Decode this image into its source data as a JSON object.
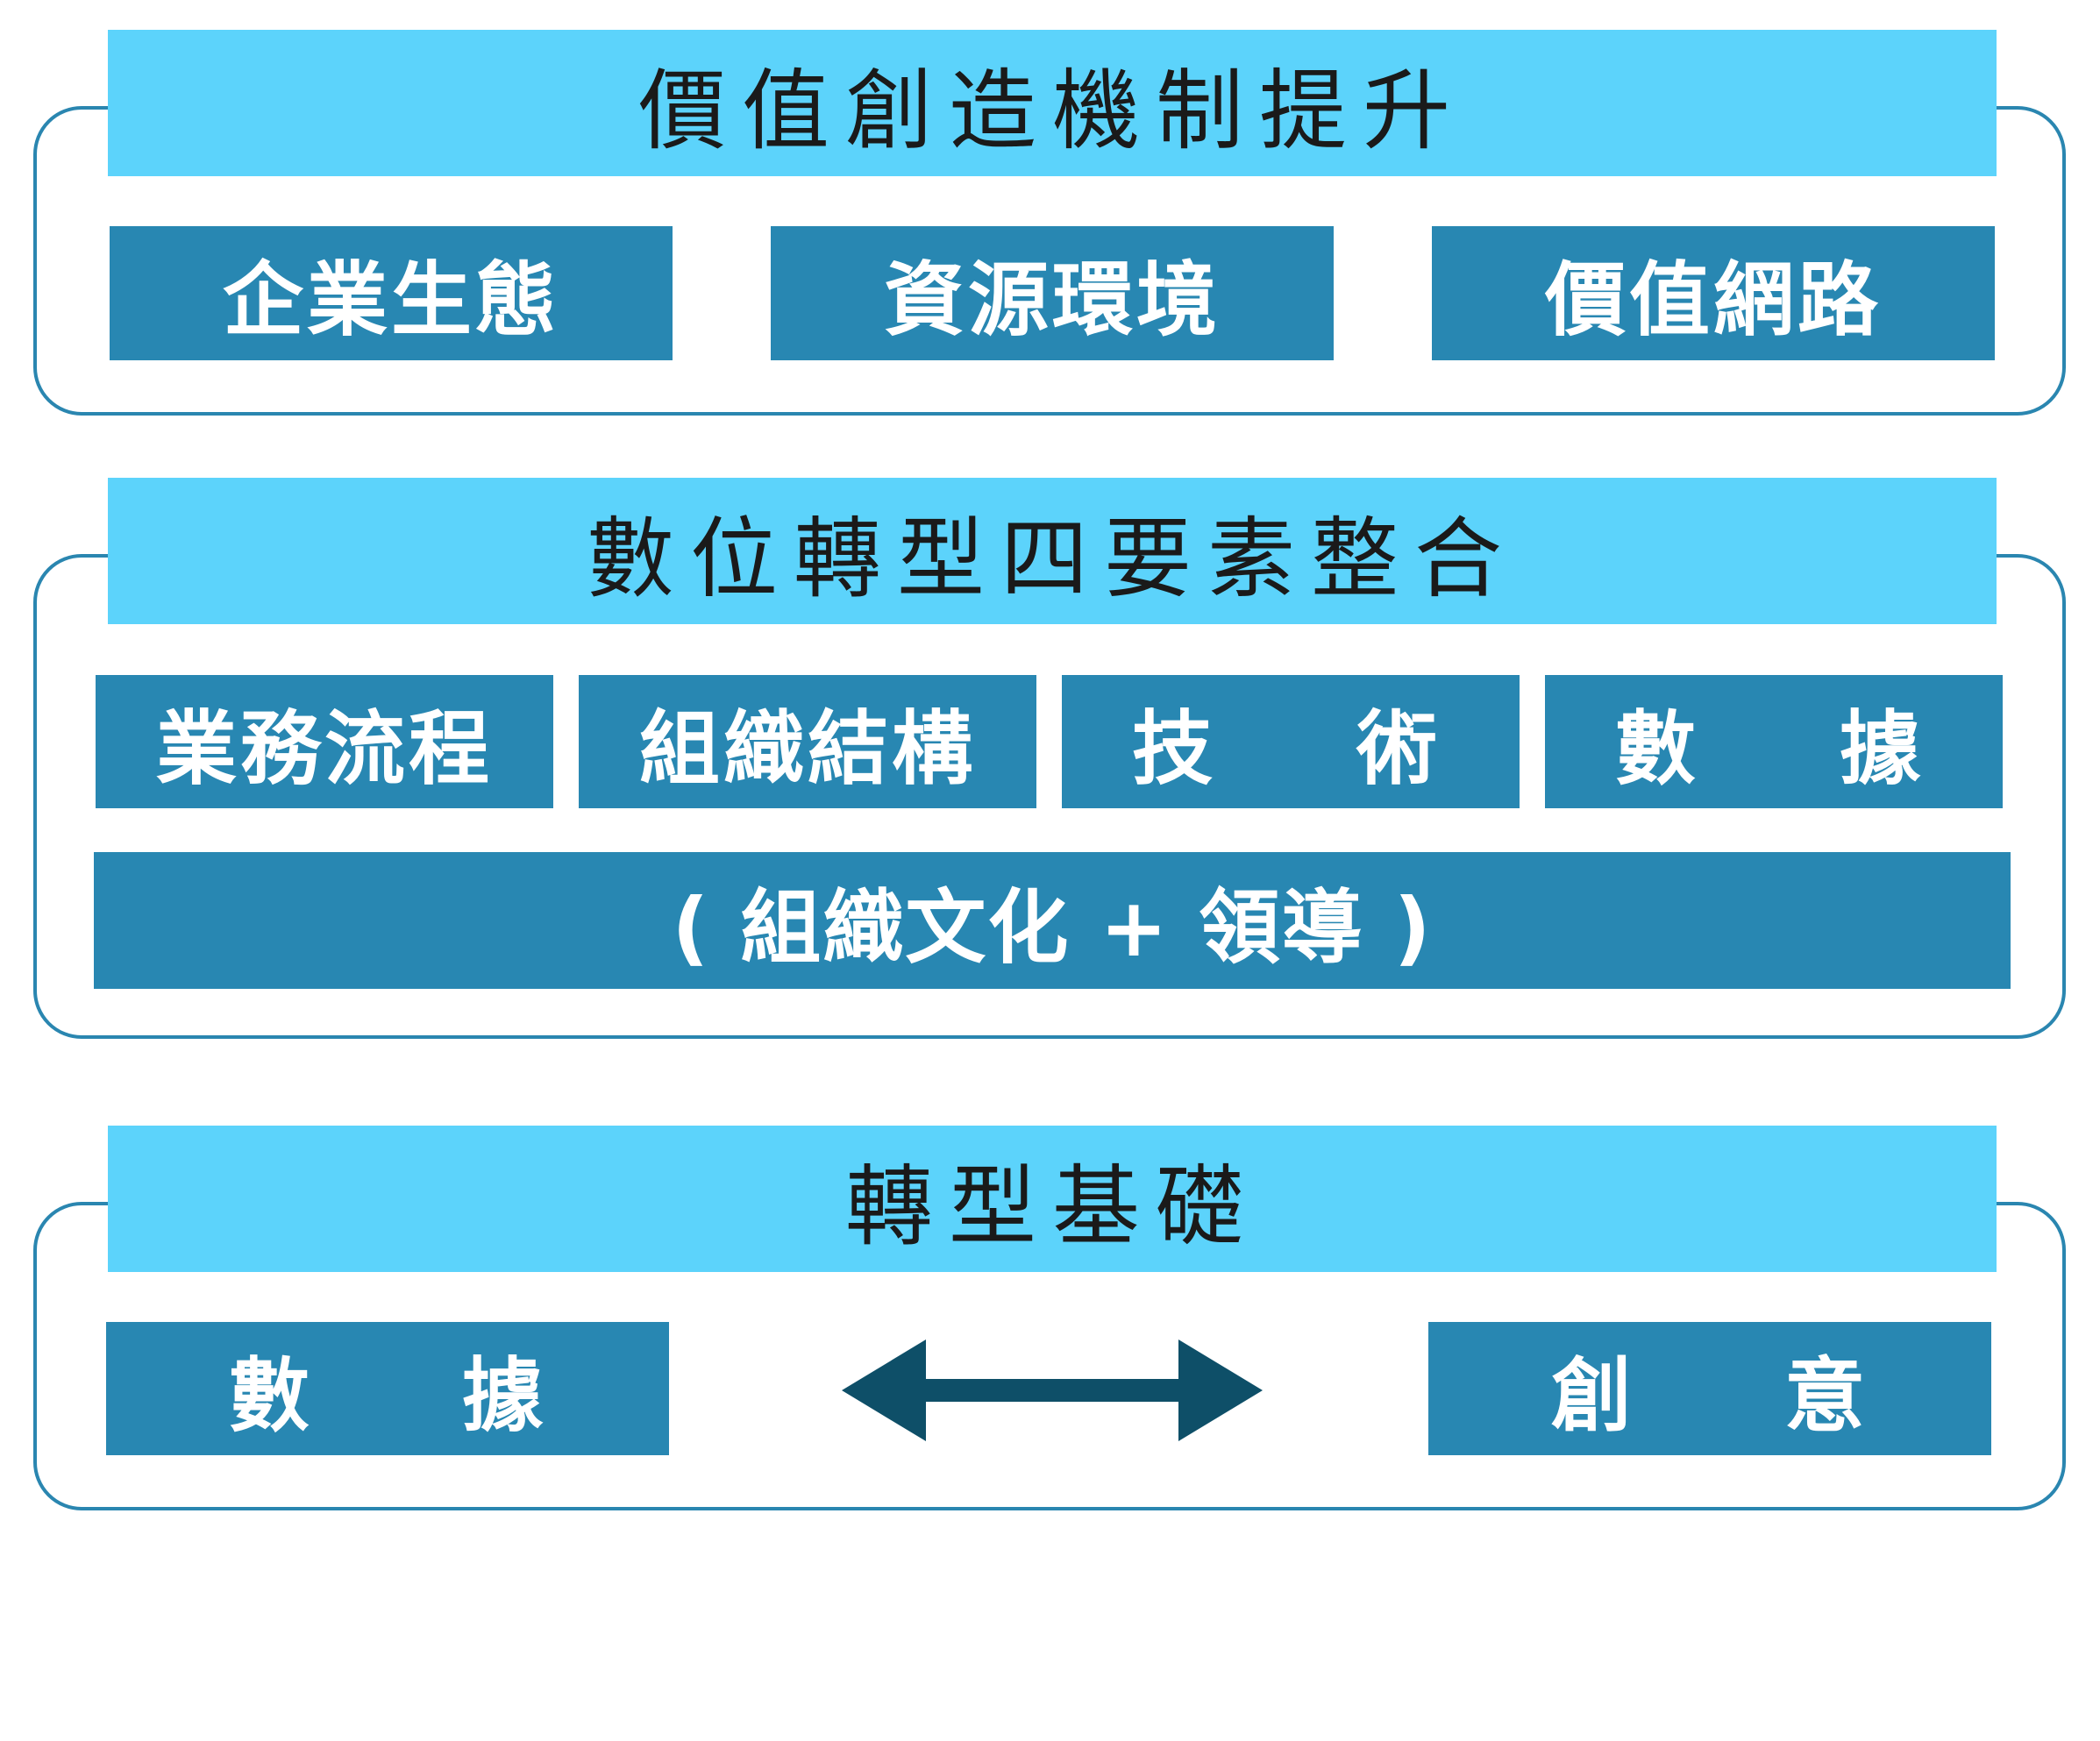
{
  "section_value": {
    "title": "價值創造機制提升",
    "items": [
      "企業生態",
      "資源環境",
      "價值網路"
    ]
  },
  "section_digital": {
    "title": "數位轉型四要素整合",
    "items": [
      {
        "label": "業務流程"
      },
      {
        "label": "組織結構"
      },
      {
        "char1": "技",
        "char2": "術"
      },
      {
        "char1": "數",
        "char2": "據"
      }
    ],
    "culture": "( 組織文化 + 領導 )"
  },
  "section_foundation": {
    "title": "轉型基礎",
    "left": {
      "char1": "數",
      "char2": "據"
    },
    "right": {
      "char1": "創",
      "char2": "意"
    }
  },
  "colors": {
    "header_fill": "#5cd3fb",
    "box_fill": "#2887b2",
    "frame_stroke": "#2a86b0",
    "arrow": "#0e4f68"
  },
  "icons": {
    "connector": "double-headed-arrow-icon"
  }
}
